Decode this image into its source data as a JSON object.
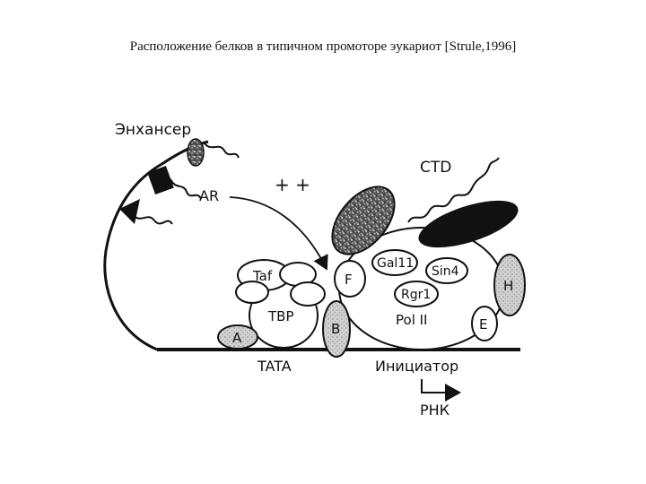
{
  "caption": "Расположение белков в типичном промоторе эукариот [Strule,1996]",
  "diagram": {
    "enhancer_label": "Энхансер",
    "activator_label": "AR",
    "plus_signs": "+ +",
    "ctd_label": "CTD",
    "taf_label": "Taf",
    "tbp_label": "TBP",
    "factor_a": "A",
    "factor_b": "B",
    "factor_f": "F",
    "factor_e": "E",
    "factor_h": "H",
    "gal11_label": "Gal11",
    "sin4_label": "Sin4",
    "rgr1_label": "Rgr1",
    "pol2_label": "Pol II",
    "tata_label": "TATA",
    "initiator_label": "Инициатор",
    "rna_label": "РНК"
  }
}
